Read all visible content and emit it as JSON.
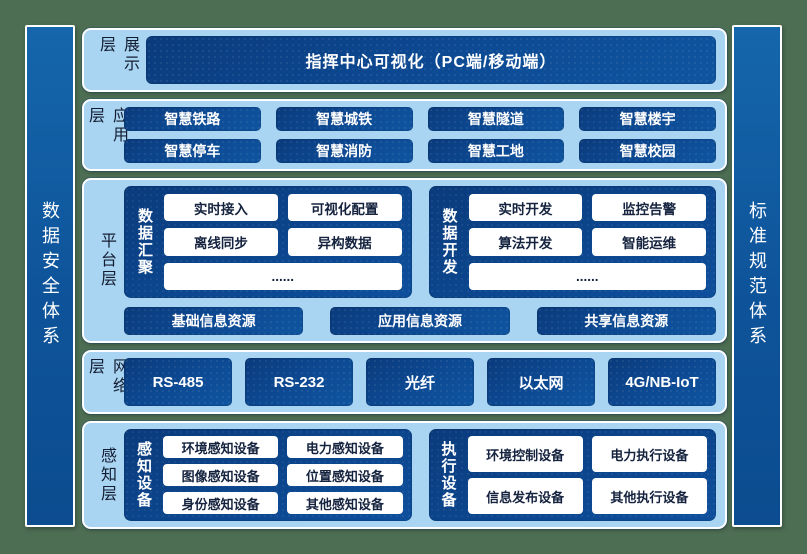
{
  "colors": {
    "background_green": "#4d6e53",
    "panel_light_blue": "#a9d4f2",
    "box_dark_blue": "#0d4a94",
    "pillar_blue": "#0f5fa3",
    "white_box_text": "#15233f"
  },
  "pillars": {
    "left": {
      "label": "数据安全体系"
    },
    "right": {
      "label": "标准规范体系"
    }
  },
  "layers": [
    {
      "label": "展示层",
      "boxes": [
        "指挥中心可视化（PC端/移动端）"
      ]
    },
    {
      "label": "应用层",
      "boxes": [
        "智慧铁路",
        "智慧城铁",
        "智慧隧道",
        "智慧楼宇",
        "智慧停车",
        "智慧消防",
        "智慧工地",
        "智慧校园"
      ]
    },
    {
      "label": "平台层",
      "groups": [
        {
          "label": "数据汇聚",
          "items": [
            "实时接入",
            "可视化配置",
            "离线同步",
            "异构数据"
          ],
          "more": "......"
        },
        {
          "label": "数据开发",
          "items": [
            "实时开发",
            "监控告警",
            "算法开发",
            "智能运维"
          ],
          "more": "......"
        }
      ],
      "resources": [
        "基础信息资源",
        "应用信息资源",
        "共享信息资源"
      ]
    },
    {
      "label": "网络层",
      "boxes": [
        "RS-485",
        "RS-232",
        "光纤",
        "以太网",
        "4G/NB-IoT"
      ]
    },
    {
      "label": "感知层",
      "groups": [
        {
          "label": "感知设备",
          "items": [
            "环境感知设备",
            "电力感知设备",
            "图像感知设备",
            "位置感知设备",
            "身份感知设备",
            "其他感知设备"
          ]
        },
        {
          "label": "执行设备",
          "items": [
            "环境控制设备",
            "电力执行设备",
            "信息发布设备",
            "其他执行设备"
          ]
        }
      ]
    }
  ]
}
